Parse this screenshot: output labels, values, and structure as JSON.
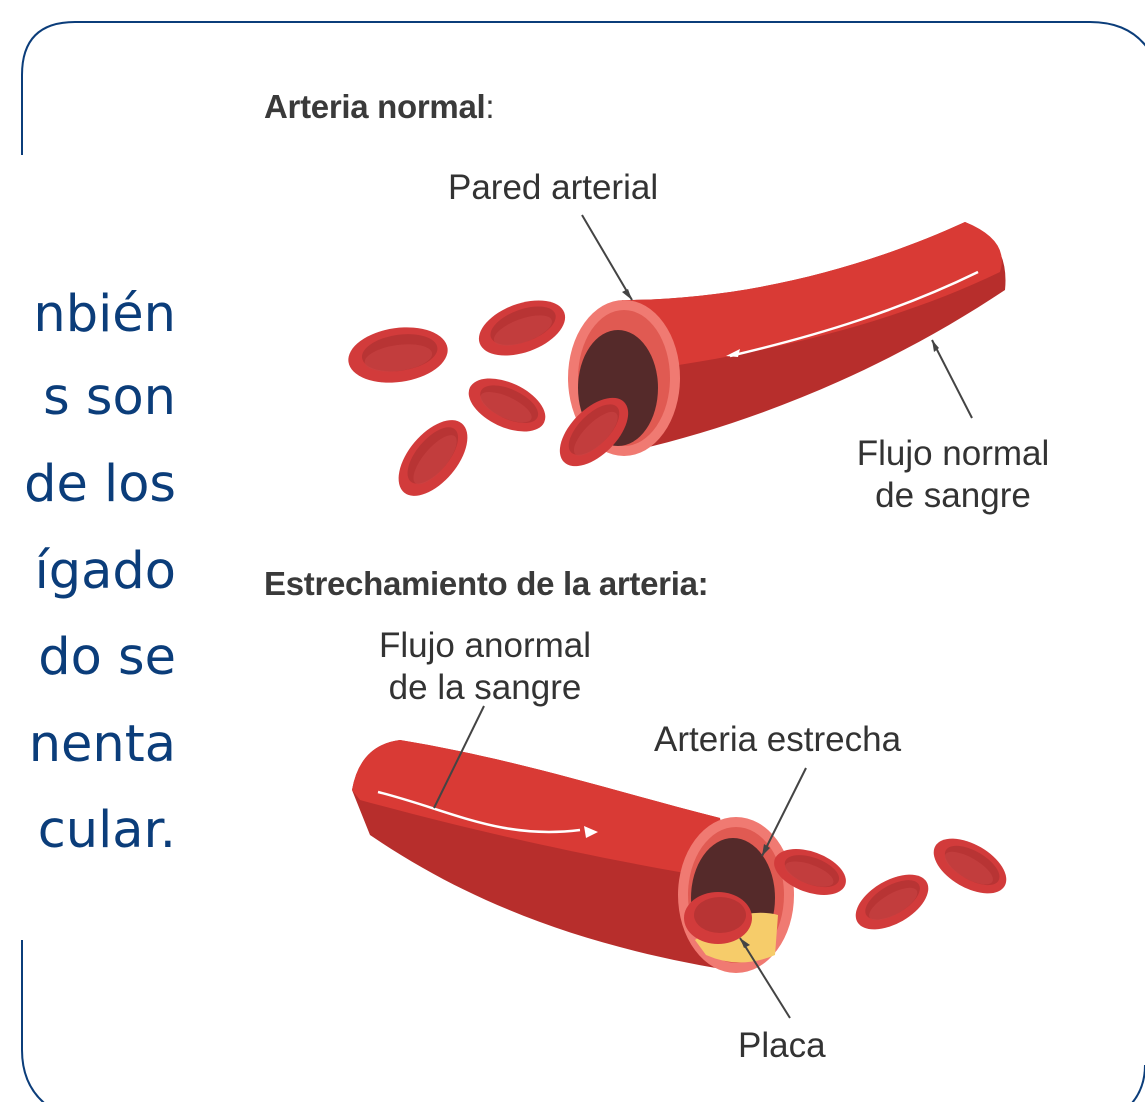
{
  "left_text": [
    "nbién",
    "s son",
    "de los",
    "ígado",
    "do se",
    "nenta",
    "cular."
  ],
  "normal": {
    "heading_bold": "Arteria normal",
    "heading_rest": ":",
    "wall_label": "Pared arterial",
    "flow_label_line1": "Flujo normal",
    "flow_label_line2": "de sangre"
  },
  "narrow": {
    "heading": "Estrechamiento de la arteria:",
    "flow_label_line1": "Flujo anormal",
    "flow_label_line2": "de la sangre",
    "narrow_label": "Arteria estrecha",
    "plaque_label": "Placa"
  },
  "colors": {
    "frame": "#0b3d7a",
    "left_text": "#0b3d7a",
    "artery": "#d93a35",
    "artery_dark": "#b22b2b",
    "artery_lumen": "#552a2a",
    "artery_rim": "#f07a72",
    "plaque": "#f6cc6a",
    "blood_cell": "#d23b3b"
  }
}
